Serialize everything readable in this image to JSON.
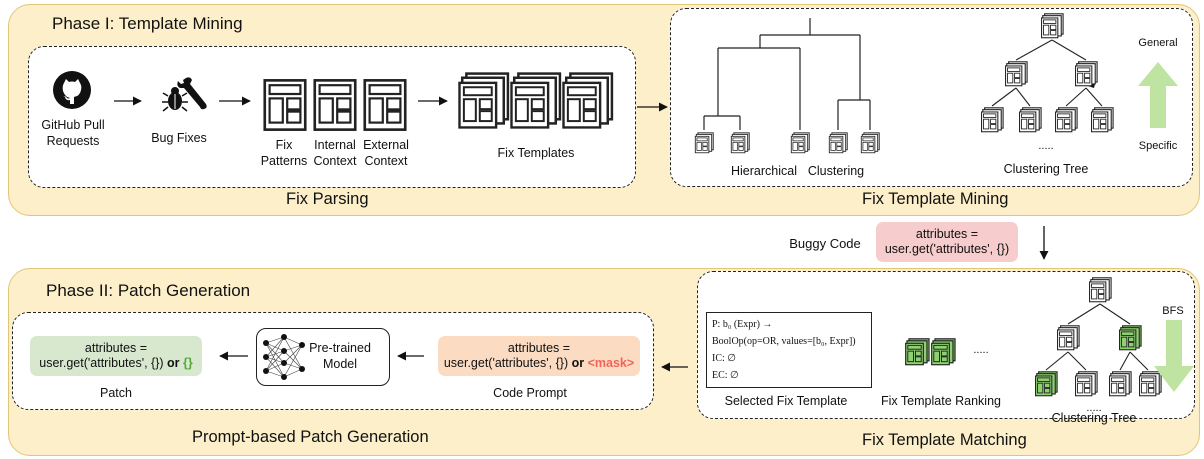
{
  "phase1": {
    "title": "Phase I: Template Mining",
    "fix_parsing_label": "Fix Parsing",
    "fix_template_mining_label": "Fix Template Mining",
    "github_label_1": "GitHub Pull",
    "github_label_2": "Requests",
    "bug_fixes_label": "Bug Fixes",
    "fix_patterns_1": "Fix",
    "fix_patterns_2": "Patterns",
    "internal_context_1": "Internal",
    "internal_context_2": "Context",
    "external_context_1": "External",
    "external_context_2": "Context",
    "fix_templates_label": "Fix Templates",
    "hierarchical_label": "Hierarchical",
    "clustering_label": "Clustering",
    "clustering_tree_label": "Clustering Tree",
    "general_label": "General",
    "specific_label": "Specific",
    "dots": "....."
  },
  "buggy": {
    "label": "Buggy Code",
    "code_line1": "attributes =",
    "code_line2": "user.get('attributes', {})"
  },
  "phase2": {
    "title": "Phase II: Patch Generation",
    "prompt_patch_label": "Prompt-based Patch Generation",
    "fix_template_matching_label": "Fix Template Matching",
    "patch_line1": "attributes =",
    "patch_line2_a": "user.get('attributes', {})",
    "patch_or": "or",
    "patch_braces": "{}",
    "patch_label": "Patch",
    "model_line1": "Pre-trained",
    "model_line2": "Model",
    "prompt_line1": "attributes =",
    "prompt_line2_a": "user.get('attributes', {})",
    "prompt_or": "or",
    "prompt_mask": "<mask>",
    "code_prompt_label": "Code Prompt",
    "template_line1": "P: b₀ (Expr) →",
    "template_line2": "BoolOp(op=OR, values=[b₀, Expr])",
    "template_line3": "IC: ∅",
    "template_line4": "EC: ∅",
    "selected_template_label": "Selected Fix Template",
    "ranking_label": "Fix Template Ranking",
    "dots": ".....",
    "clustering_tree_label": "Clustering Tree",
    "bfs_label": "BFS"
  },
  "colors": {
    "phase_bg": "#fcefc9",
    "buggy_bg": "#f7cccc",
    "patch_bg": "#d8e8cf",
    "prompt_bg": "#fbdcc3",
    "mask": "#f0655a",
    "highlight_green": "#53a73a",
    "arrow_green": "#bfe3a0"
  }
}
